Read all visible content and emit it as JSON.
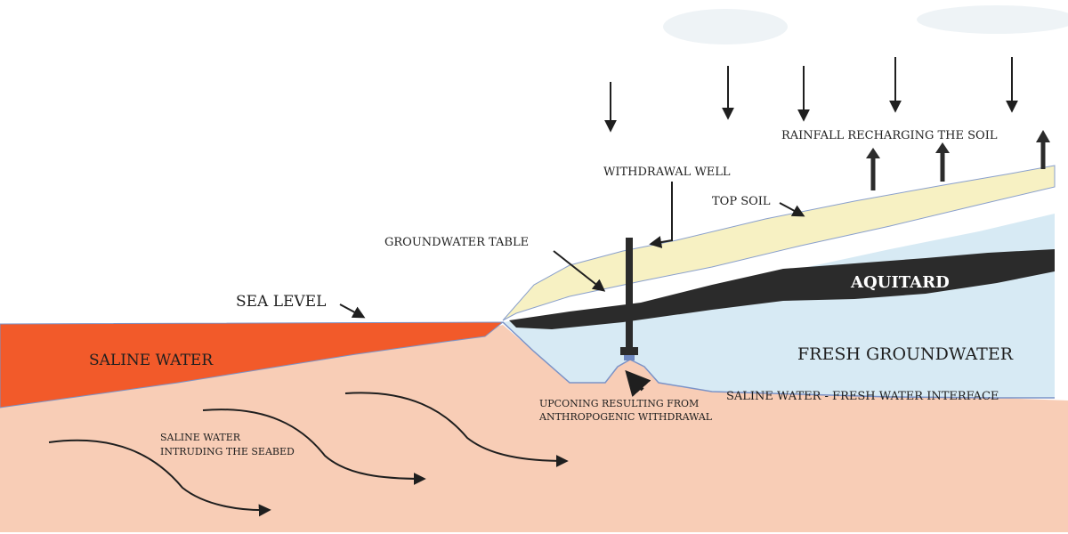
{
  "labels": {
    "rainfall": "RAINFALL RECHARGING THE SOIL",
    "withdrawal_well": "WITHDRAWAL WELL",
    "top_soil": "TOP SOIL",
    "groundwater_table": "GROUNDWATER TABLE",
    "sea_level": "SEA LEVEL",
    "aquitard": "AQUITARD",
    "saline_water": "SALINE WATER",
    "fresh_groundwater": "FRESH GROUNDWATER",
    "interface": "SALINE WATER - FRESH WATER INTERFACE",
    "upconing_line1": "UPCONING RESULTING FROM",
    "upconing_line2": "ANTHROPOGENIC WITHDRAWAL",
    "intrusion_line1": "SALINE WATER",
    "intrusion_line2": "INTRUDING THE SEABED"
  },
  "colors": {
    "saline_water": "#f25a2a",
    "seabed": "#f8cdb6",
    "fresh_groundwater": "#d7eaf4",
    "top_soil": "#f7f1c3",
    "aquitard": "#2b2b2b",
    "interface_line": "#7c93c7"
  }
}
